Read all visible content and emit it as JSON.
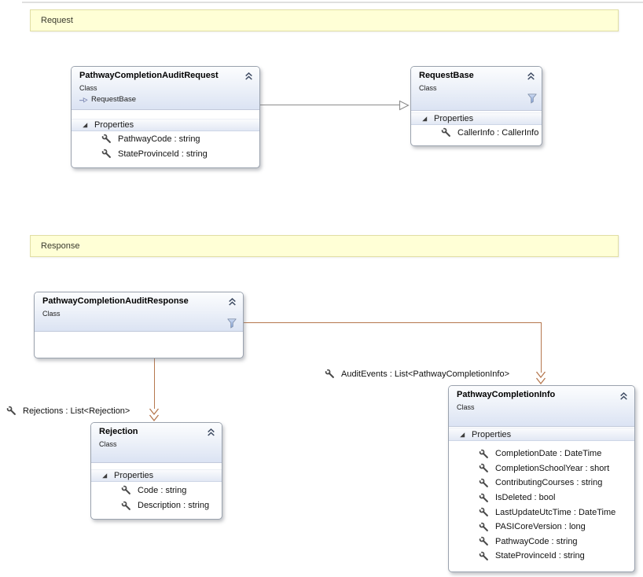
{
  "banners": {
    "request": {
      "label": "Request"
    },
    "response": {
      "label": "Response"
    }
  },
  "classes": {
    "request": {
      "name": "PathwayCompletionAuditRequest",
      "stereotype": "Class",
      "base_type": "RequestBase",
      "properties_label": "Properties",
      "properties": [
        "PathwayCode : string",
        "StateProvinceId : string"
      ]
    },
    "request_base": {
      "name": "RequestBase",
      "stereotype": "Class",
      "properties_label": "Properties",
      "properties": [
        "CallerInfo : CallerInfo"
      ]
    },
    "response": {
      "name": "PathwayCompletionAuditResponse",
      "stereotype": "Class"
    },
    "rejection": {
      "name": "Rejection",
      "stereotype": "Class",
      "properties_label": "Properties",
      "properties": [
        "Code : string",
        "Description : string"
      ]
    },
    "info": {
      "name": "PathwayCompletionInfo",
      "stereotype": "Class",
      "properties_label": "Properties",
      "properties": [
        "CompletionDate : DateTime",
        "CompletionSchoolYear : short",
        "ContributingCourses : string",
        "IsDeleted : bool",
        "LastUpdateUtcTime : DateTime",
        "PASICoreVersion : long",
        "PathwayCode : string",
        "StateProvinceId : string"
      ]
    }
  },
  "associations": {
    "rejections": {
      "label": "Rejections : List<Rejection>"
    },
    "audit_events": {
      "label": "AuditEvents : List<PathwayCompletionInfo>"
    }
  },
  "colors": {
    "banner_bg": "#FFFFD6",
    "banner_border": "#E0DEA4",
    "association_line": "#B5774E",
    "inheritance_line": "#8C8C8C",
    "box_border": "#9AA2AE",
    "header_tint": "#DBE3F3"
  }
}
